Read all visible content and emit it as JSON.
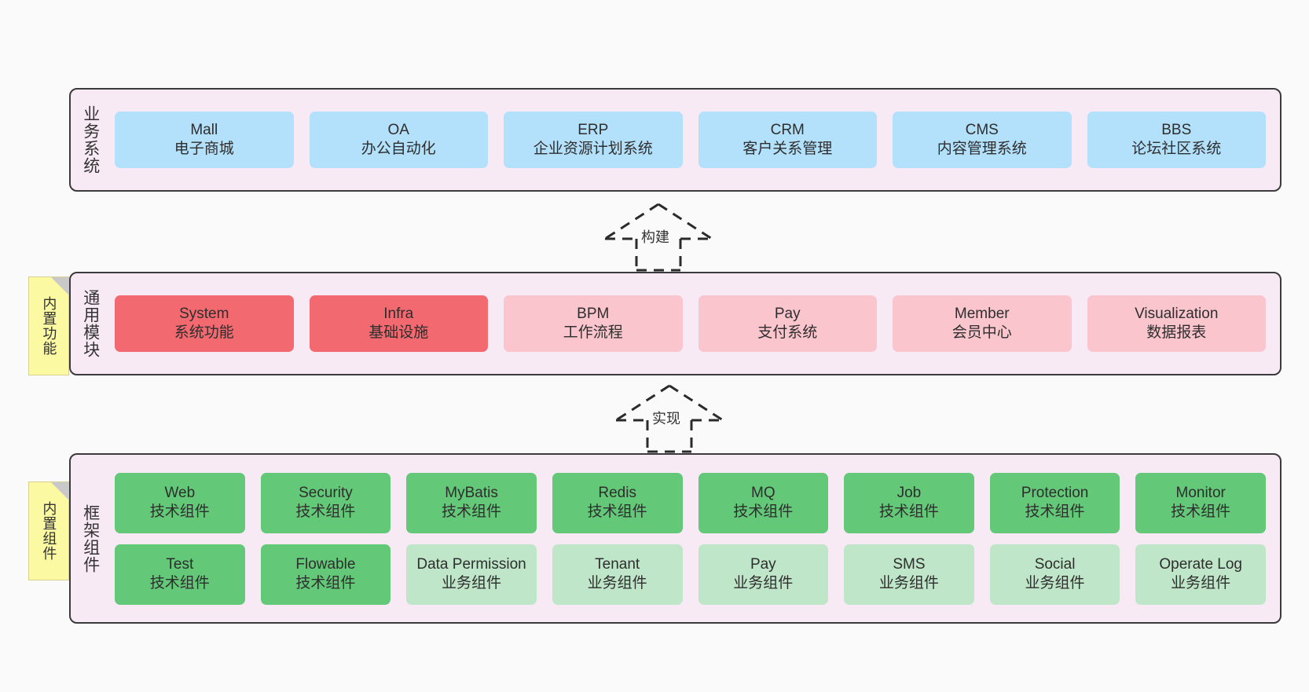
{
  "diagram": {
    "background_color": "#fafafa",
    "panel_color": "#f8eaf4",
    "panel_border_color": "#3b3b3b",
    "note_color": "#fbf9a2"
  },
  "layers": [
    {
      "id": "business",
      "label": "业务系统",
      "nodes": [
        {
          "title": "Mall",
          "sub": "电子商城",
          "color": "#b3e0fb",
          "variant": "c-blue"
        },
        {
          "title": "OA",
          "sub": "办公自动化",
          "color": "#b3e0fb",
          "variant": "c-blue"
        },
        {
          "title": "ERP",
          "sub": "企业资源计划系统",
          "color": "#b3e0fb",
          "variant": "c-blue"
        },
        {
          "title": "CRM",
          "sub": "客户关系管理",
          "color": "#b3e0fb",
          "variant": "c-blue"
        },
        {
          "title": "CMS",
          "sub": "内容管理系统",
          "color": "#b3e0fb",
          "variant": "c-blue"
        },
        {
          "title": "BBS",
          "sub": "论坛社区系统",
          "color": "#b3e0fb",
          "variant": "c-blue"
        }
      ]
    },
    {
      "id": "common",
      "label": "通用模块",
      "note": "内置功能",
      "nodes": [
        {
          "title": "System",
          "sub": "系统功能",
          "color": "#f2696f",
          "variant": "c-red"
        },
        {
          "title": "Infra",
          "sub": "基础设施",
          "color": "#f2696f",
          "variant": "c-red"
        },
        {
          "title": "BPM",
          "sub": "工作流程",
          "color": "#fac5cd",
          "variant": "c-pink"
        },
        {
          "title": "Pay",
          "sub": "支付系统",
          "color": "#fac5cd",
          "variant": "c-pink"
        },
        {
          "title": "Member",
          "sub": "会员中心",
          "color": "#fac5cd",
          "variant": "c-pink"
        },
        {
          "title": "Visualization",
          "sub": "数据报表",
          "color": "#fac5cd",
          "variant": "c-pink"
        }
      ]
    },
    {
      "id": "frame",
      "label": "框架组件",
      "note": "内置组件",
      "rows": [
        [
          {
            "title": "Web",
            "sub": "技术组件",
            "color": "#63c878",
            "variant": "c-green"
          },
          {
            "title": "Security",
            "sub": "技术组件",
            "color": "#63c878",
            "variant": "c-green"
          },
          {
            "title": "MyBatis",
            "sub": "技术组件",
            "color": "#63c878",
            "variant": "c-green"
          },
          {
            "title": "Redis",
            "sub": "技术组件",
            "color": "#63c878",
            "variant": "c-green"
          },
          {
            "title": "MQ",
            "sub": "技术组件",
            "color": "#63c878",
            "variant": "c-green"
          },
          {
            "title": "Job",
            "sub": "技术组件",
            "color": "#63c878",
            "variant": "c-green"
          },
          {
            "title": "Protection",
            "sub": "技术组件",
            "color": "#63c878",
            "variant": "c-green"
          },
          {
            "title": "Monitor",
            "sub": "技术组件",
            "color": "#63c878",
            "variant": "c-green"
          }
        ],
        [
          {
            "title": "Test",
            "sub": "技术组件",
            "color": "#63c878",
            "variant": "c-green"
          },
          {
            "title": "Flowable",
            "sub": "技术组件",
            "color": "#63c878",
            "variant": "c-green"
          },
          {
            "title": "Data Permission",
            "sub": "业务组件",
            "color": "#bfe6c8",
            "variant": "c-lightgreen",
            "wrap": true
          },
          {
            "title": "Tenant",
            "sub": "业务组件",
            "color": "#bfe6c8",
            "variant": "c-lightgreen"
          },
          {
            "title": "Pay",
            "sub": "业务组件",
            "color": "#bfe6c8",
            "variant": "c-lightgreen"
          },
          {
            "title": "SMS",
            "sub": "业务组件",
            "color": "#bfe6c8",
            "variant": "c-lightgreen"
          },
          {
            "title": "Social",
            "sub": "业务组件",
            "color": "#bfe6c8",
            "variant": "c-lightgreen"
          },
          {
            "title": "Operate Log",
            "sub": "业务组件",
            "color": "#bfe6c8",
            "variant": "c-lightgreen"
          }
        ]
      ]
    }
  ],
  "connectors": [
    {
      "id": "build",
      "label": "构建",
      "style": "dashed-hollow-arrow-up"
    },
    {
      "id": "impl",
      "label": "实现",
      "style": "dashed-hollow-arrow-up"
    }
  ]
}
